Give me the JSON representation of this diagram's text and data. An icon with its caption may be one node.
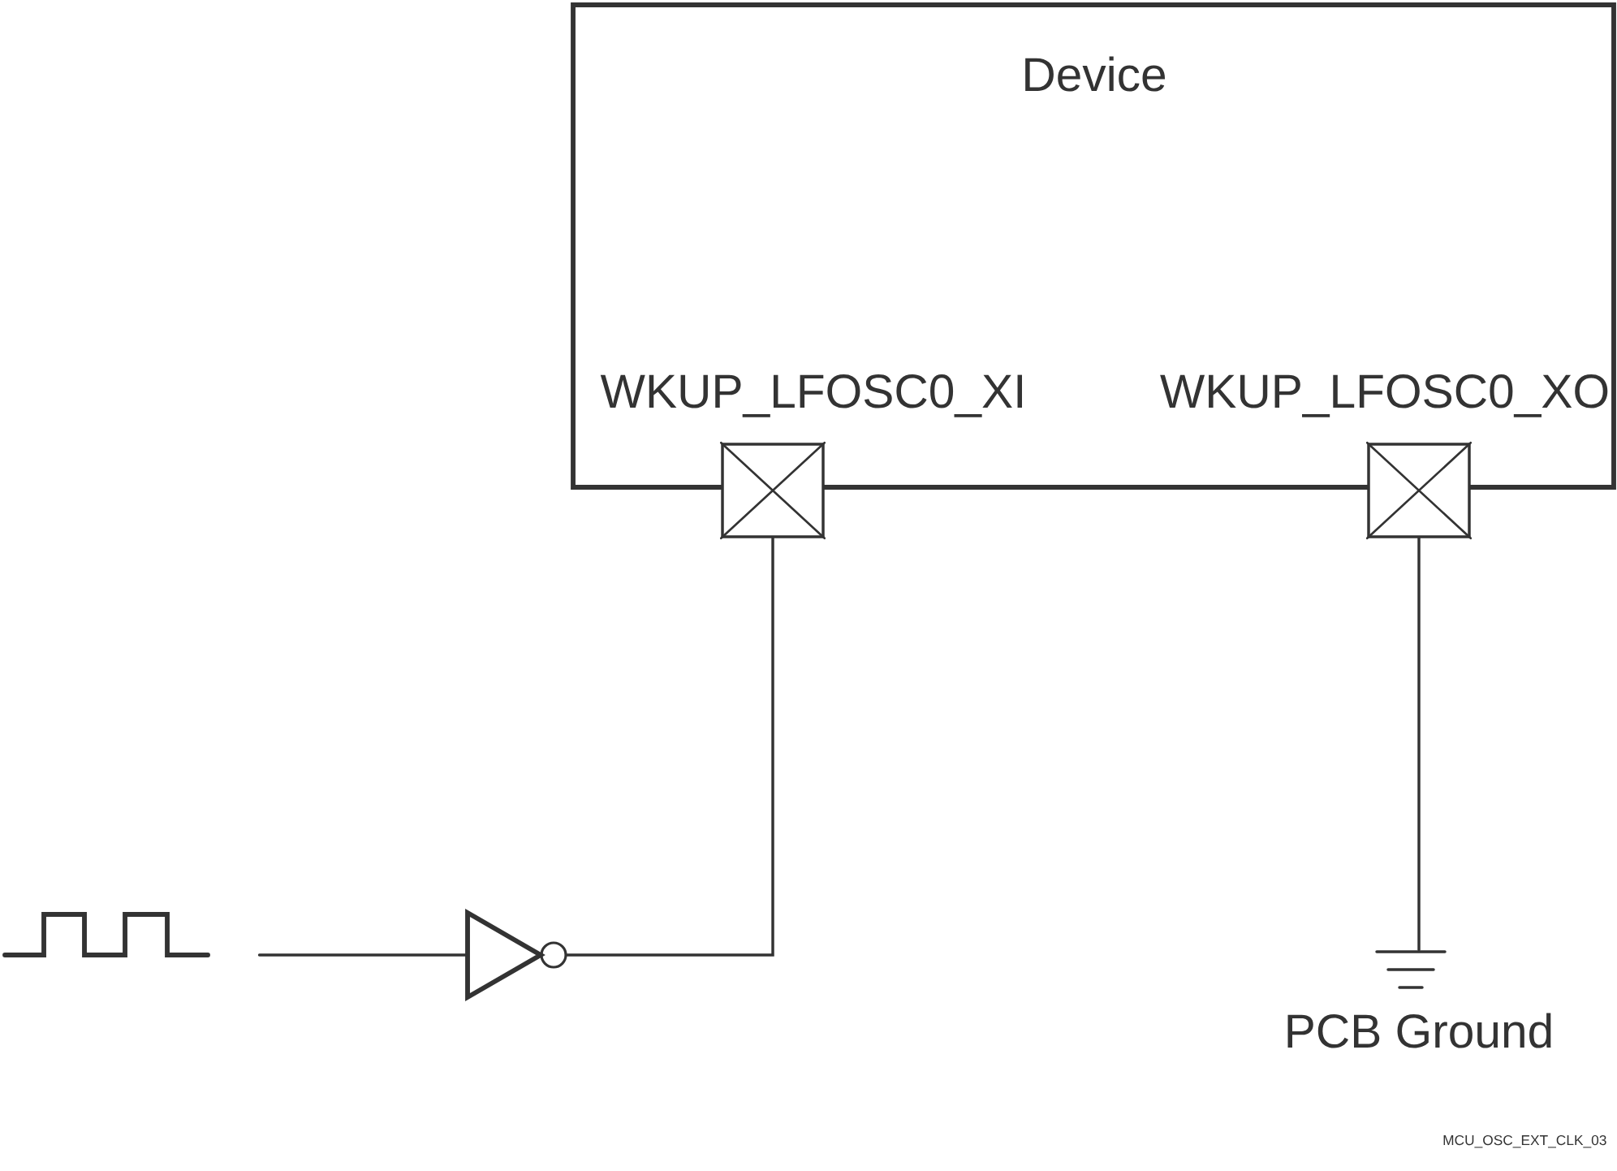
{
  "diagram": {
    "nodes": [
      {
        "text": [
          "Device"
        ]
      },
      {
        "text": [],
        "shape": "box"
      },
      {
        "text": [],
        "shape": "box"
      },
      {
        "text": [],
        "shape": "picture"
      },
      {
        "text": [],
        "shape": "triangle"
      },
      {
        "text": [
          "PCB Ground"
        ]
      }
    ],
    "edges": [
      {
        "from": 3,
        "to": 4,
        "arrow": "none"
      },
      {
        "from": 4,
        "to": 1,
        "arrow": "none"
      },
      {
        "from": 2,
        "to": 5,
        "arrow": "none"
      }
    ],
    "labels": [
      "WKUP_LFOSC0_XI",
      "WKUP_LFOSC0_XO",
      "MCU_OSC_EXT_CLK_03"
    ]
  }
}
